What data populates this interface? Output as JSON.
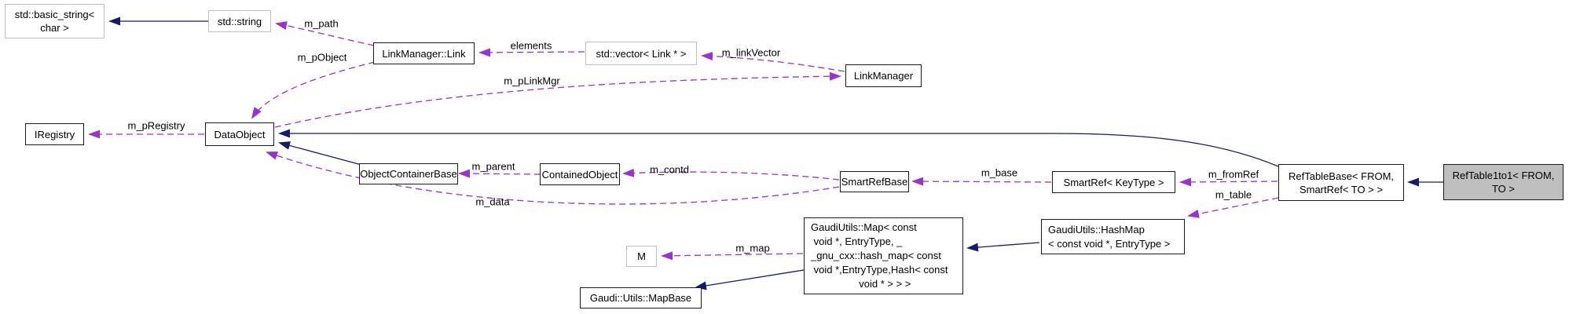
{
  "nodes": {
    "basic_string": {
      "label": "std::basic_string<\nchar >"
    },
    "std_string": {
      "label": "std::string"
    },
    "link": {
      "label": "LinkManager::Link"
    },
    "vector": {
      "label": "std::vector< Link * >"
    },
    "link_manager": {
      "label": "LinkManager"
    },
    "iregistry": {
      "label": "IRegistry"
    },
    "data_object": {
      "label": "DataObject"
    },
    "object_container_base": {
      "label": "ObjectContainerBase"
    },
    "contained_object": {
      "label": "ContainedObject"
    },
    "smart_ref_base": {
      "label": "SmartRefBase"
    },
    "smart_ref": {
      "label": "SmartRef< KeyType >"
    },
    "ref_table_base": {
      "label": "RefTableBase< FROM,\nSmartRef< TO > >"
    },
    "ref_table_1to1": {
      "label": "RefTable1to1< FROM,\nTO >"
    },
    "gaudi_map": {
      "lines": [
        "GaudiUtils::Map< const",
        " void *, EntryType, _",
        "_gnu_cxx::hash_map< const",
        " void *,EntryType,Hash< const",
        " void * > > >"
      ]
    },
    "hash_map": {
      "lines": [
        "GaudiUtils::HashMap",
        "< const void *, EntryType >"
      ]
    },
    "m": {
      "label": "M"
    },
    "map_base": {
      "label": "Gaudi::Utils::MapBase"
    }
  },
  "edge_labels": {
    "m_path": "m_path",
    "m_pObject": "m_pObject",
    "elements": "elements",
    "m_linkVector": "m_linkVector",
    "m_pLinkMgr": "m_pLinkMgr",
    "m_pRegistry": "m_pRegistry",
    "m_parent": "m_parent",
    "m_contd": "m_contd",
    "m_data": "m_data",
    "m_base": "m_base",
    "m_fromRef": "m_fromRef",
    "m_table": "m_table",
    "m_map": "m_map"
  },
  "colors": {
    "inheritance_arrow": "#191970",
    "usage_arrow": "#9a32cd",
    "external_border": "#bfbfbf",
    "node_border": "#1a1a1a",
    "focus_node_fill": "#bfbfbf",
    "background": "#ffffff"
  }
}
